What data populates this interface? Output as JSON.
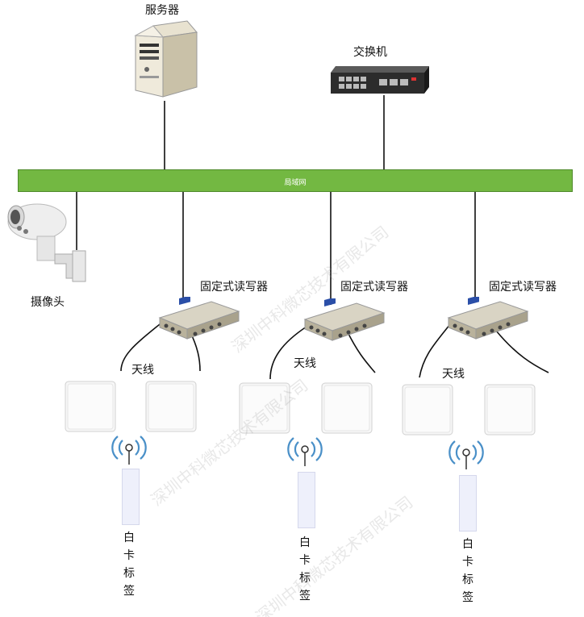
{
  "labels": {
    "server": "服务器",
    "switch": "交换机",
    "lan": "局域网",
    "camera": "摄像头",
    "reader": "固定式读写器",
    "antenna": "天线",
    "tag": "白卡标签"
  },
  "tag_chars": [
    "白",
    "卡",
    "标",
    "签"
  ],
  "watermark": "深圳中科微芯技术有限公司",
  "colors": {
    "lan_bar": "#73b842",
    "wire": "#111111",
    "signal": "#4a90c8"
  }
}
